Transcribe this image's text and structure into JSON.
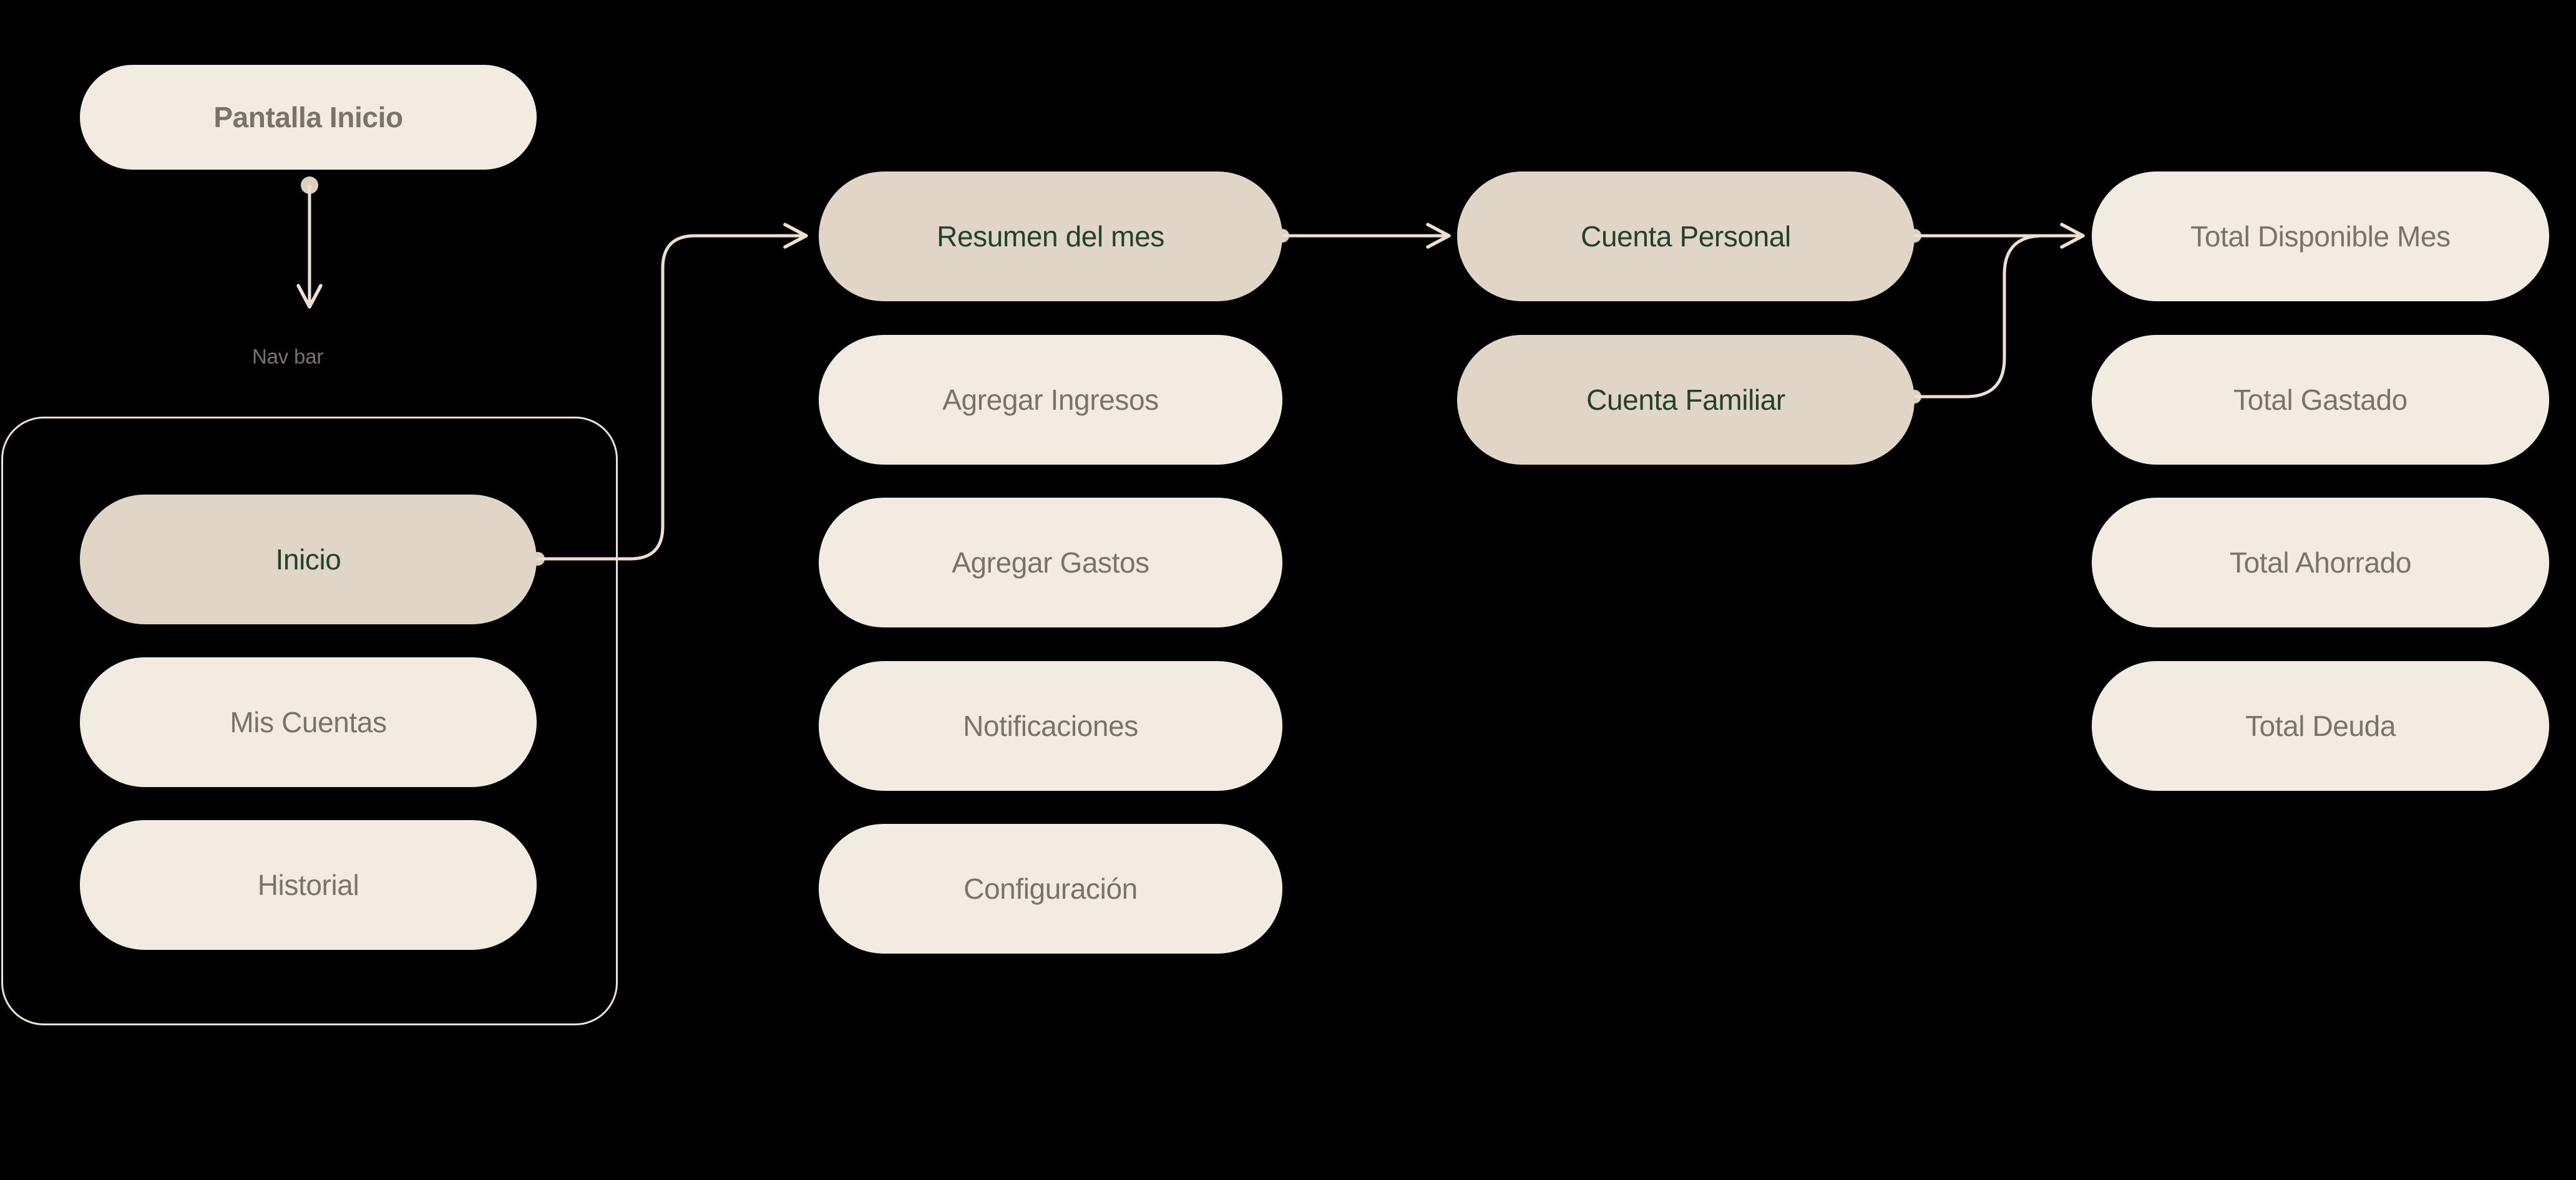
{
  "diagram": {
    "title_node": {
      "label": "Pantalla Inicio"
    },
    "caption_navbar": "Nav bar",
    "colors": {
      "background": "#000000",
      "node_fill": "#F2EBE2",
      "node_fill_selected": "#E0D5C6",
      "text_muted": "#7A736B",
      "text_selected": "#24402F",
      "connector": "#EDE0D1",
      "group_border": "#EDE0D1"
    },
    "navbar_group": {
      "items": [
        {
          "label": "Inicio",
          "selected": true
        },
        {
          "label": "Mis Cuentas",
          "selected": false
        },
        {
          "label": "Historial",
          "selected": false
        }
      ]
    },
    "column_screens": {
      "items": [
        {
          "label": "Resumen del mes",
          "selected": true
        },
        {
          "label": "Agregar Ingresos",
          "selected": false
        },
        {
          "label": "Agregar Gastos",
          "selected": false
        },
        {
          "label": "Notificaciones",
          "selected": false
        },
        {
          "label": "Configuración",
          "selected": false
        }
      ]
    },
    "column_accounts": {
      "items": [
        {
          "label": "Cuenta Personal",
          "selected": true
        },
        {
          "label": "Cuenta Familiar",
          "selected": true
        }
      ]
    },
    "column_totals": {
      "items": [
        {
          "label": "Total Disponible Mes",
          "selected": false
        },
        {
          "label": "Total Gastado",
          "selected": false
        },
        {
          "label": "Total Ahorrado",
          "selected": false
        },
        {
          "label": "Total Deuda",
          "selected": false
        }
      ]
    }
  }
}
